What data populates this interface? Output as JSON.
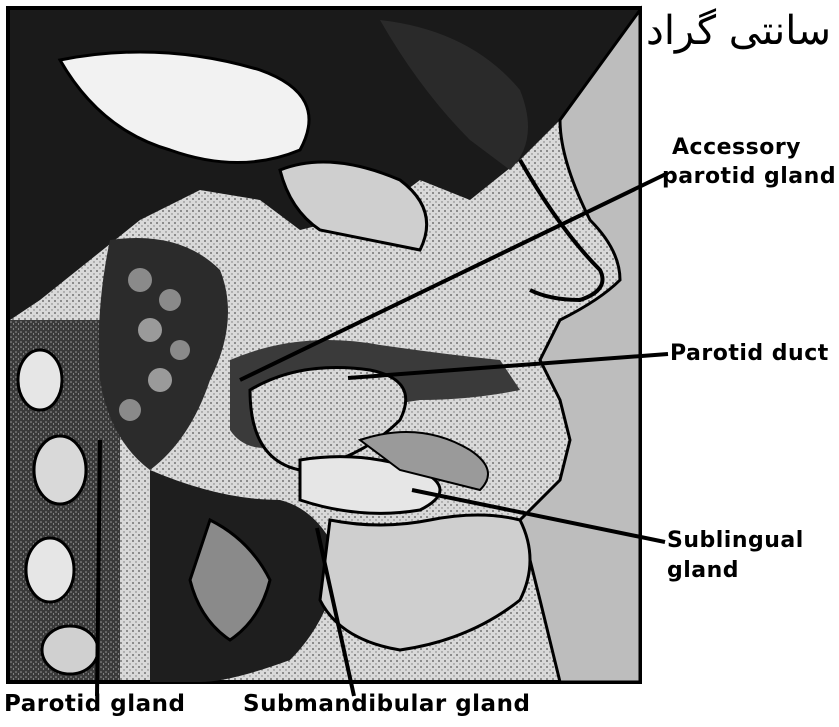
{
  "figure": {
    "unit_text": "سانتی گراد",
    "labels": {
      "accessory_line1": "Accessory",
      "accessory_line2": "parotid gland",
      "parotid_duct": "Parotid duct",
      "sublingual_line1": "Sublingual",
      "sublingual_line2": "gland",
      "parotid_gland": "Parotid gland",
      "submandibular_gland": "Submandibular gland"
    },
    "colors": {
      "ink": "#000000",
      "paper": "#ffffff",
      "mid_gray": "#8a8a8a",
      "light_gray": "#cfcfcf"
    }
  }
}
